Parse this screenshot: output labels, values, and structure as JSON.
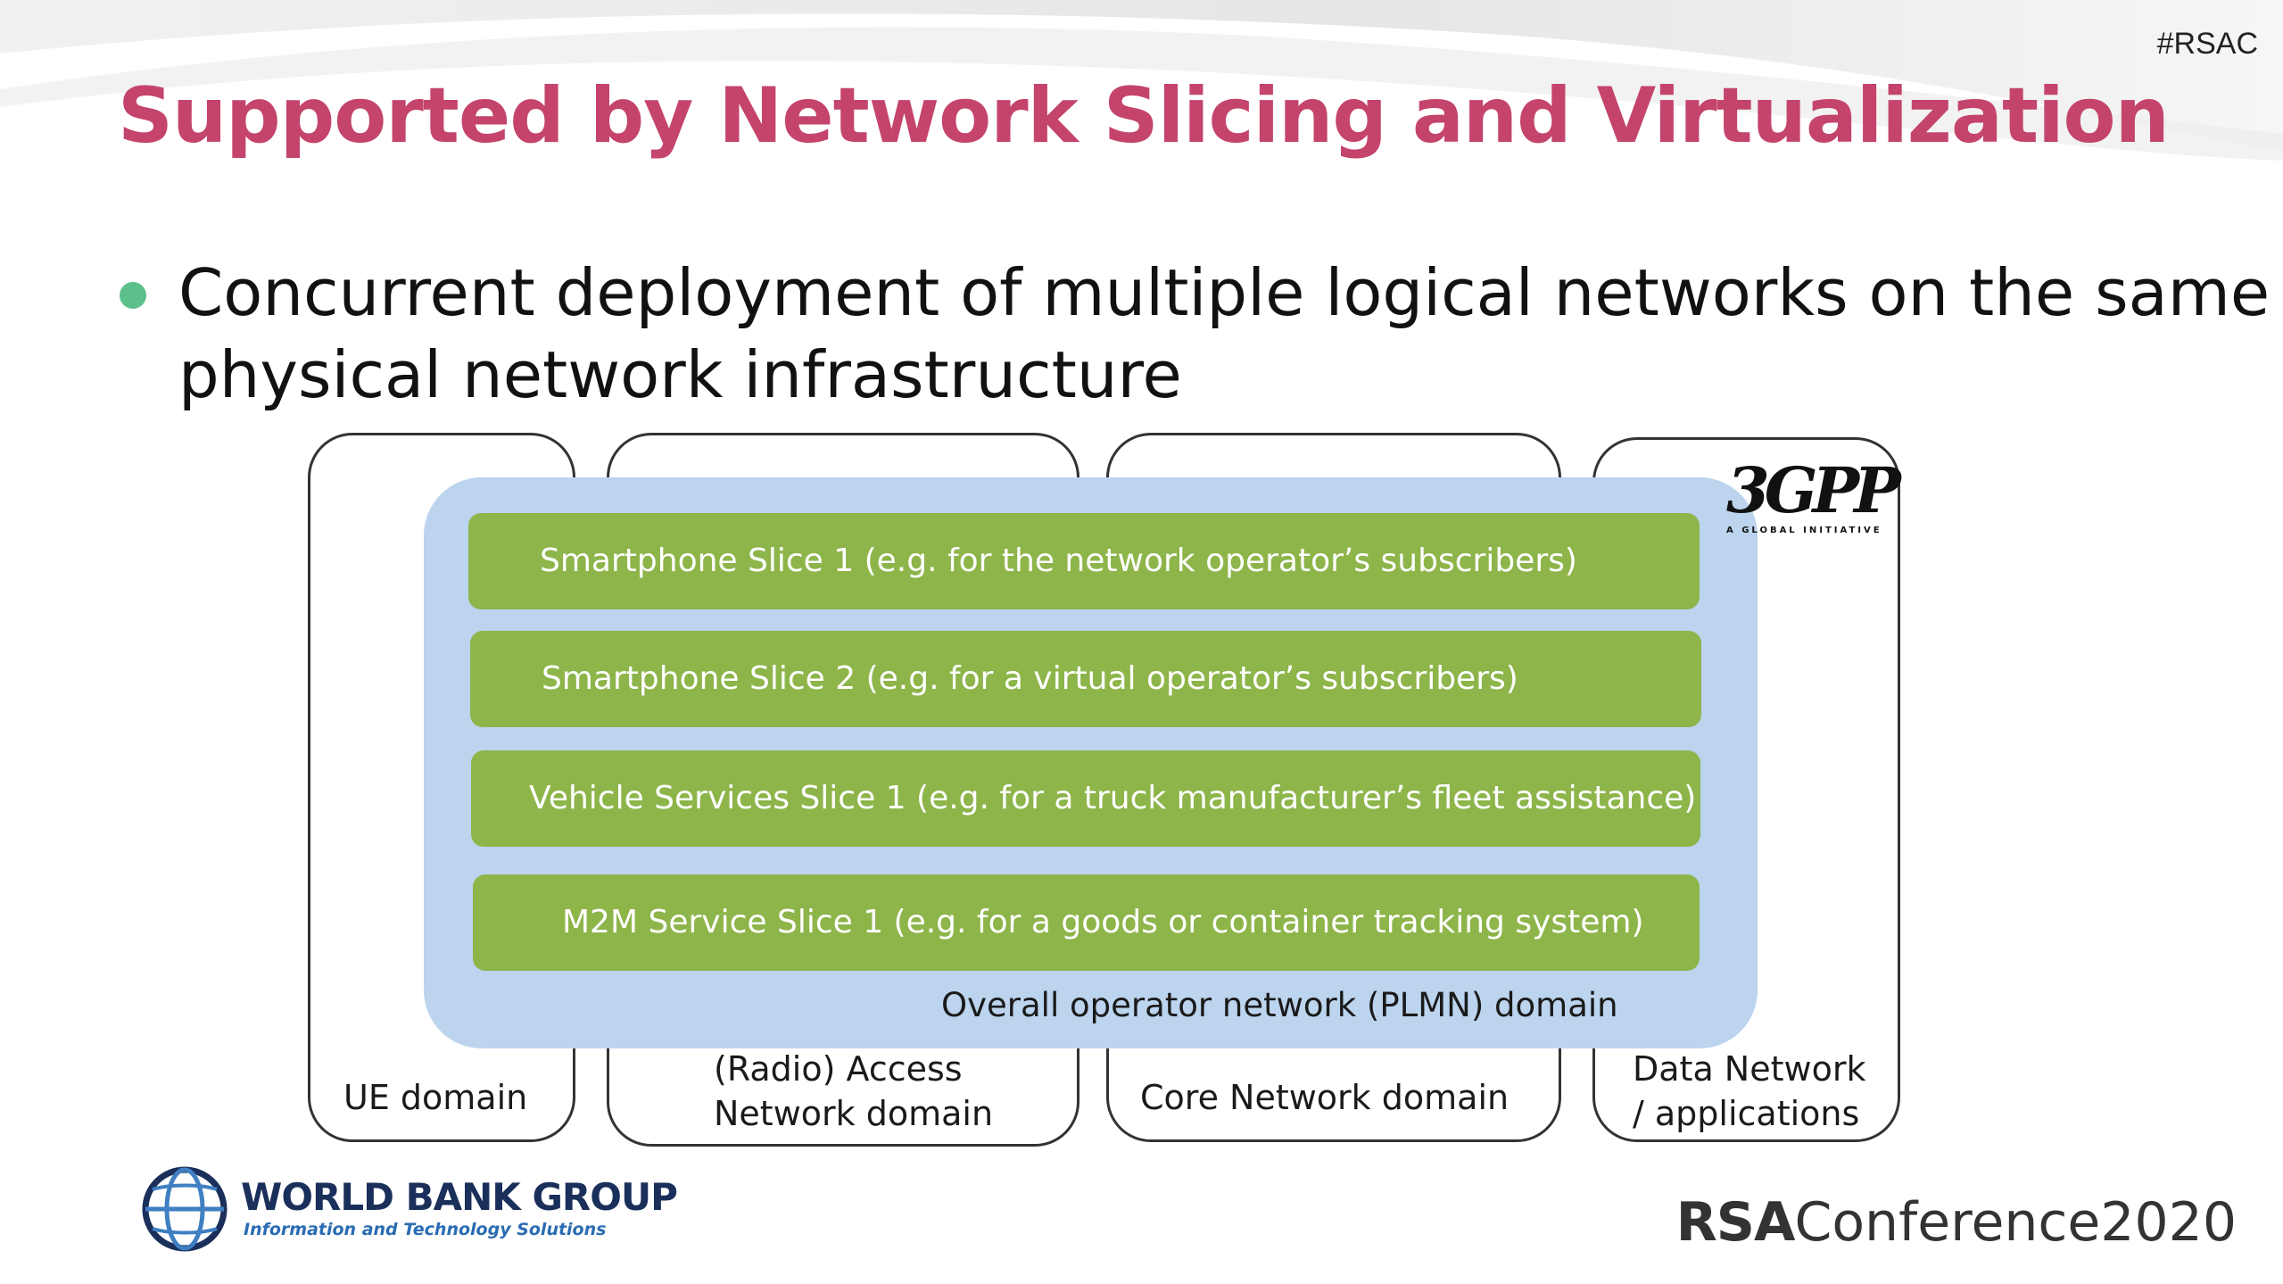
{
  "slide": {
    "hashtag": "#RSAC",
    "title": "Supported by Network Slicing and Virtualization",
    "bullet": "Concurrent deployment of multiple logical networks on the same physical network infrastructure"
  },
  "diagram": {
    "domains": [
      "UE domain",
      "(Radio) Access\nNetwork domain",
      "Core Network domain",
      "Data Network\n/ applications"
    ],
    "slices": [
      "Smartphone Slice 1 (e.g. for the network operator’s subscribers)",
      "Smartphone Slice 2 (e.g. for a virtual operator’s subscribers)",
      "Vehicle Services Slice 1 (e.g. for a truck manufacturer’s fleet assistance)",
      "M2M Service Slice 1 (e.g. for a goods or container tracking system)"
    ],
    "plmn_label": "Overall operator network (PLMN) domain",
    "logo": {
      "name": "3GPP",
      "tagline": "A GLOBAL INITIATIVE"
    }
  },
  "footer": {
    "wb_name": "WORLD BANK GROUP",
    "wb_sub": "Information and Technology Solutions",
    "rsa_bold": "RSA",
    "rsa_thin": "Conference2020"
  },
  "colors": {
    "title": "#c4446b",
    "bullet": "#5cc08b",
    "slice": "#8db54a",
    "plmn": "#bcd4ee"
  }
}
